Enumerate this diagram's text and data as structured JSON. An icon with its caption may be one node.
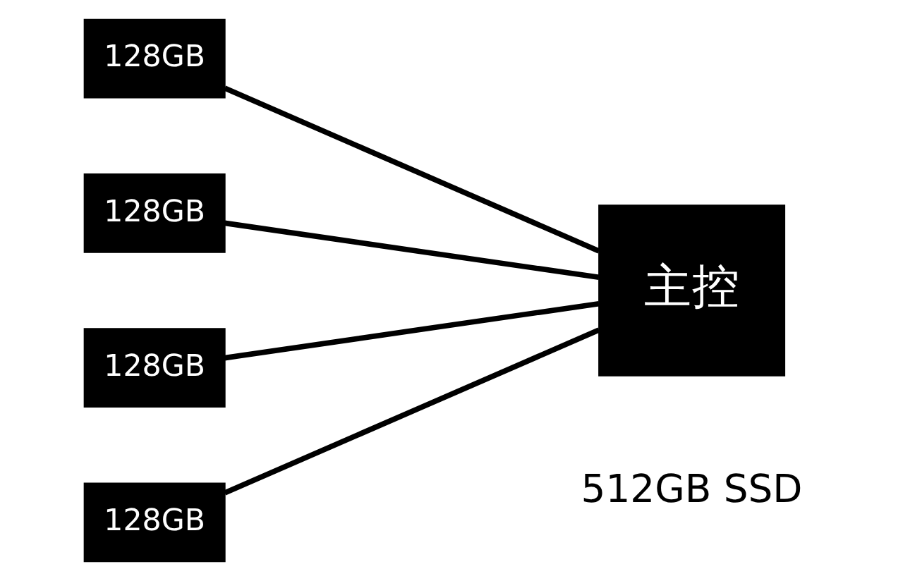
{
  "diagram": {
    "nodes": [
      {
        "text": [
          "128GB"
        ]
      },
      {
        "text": [
          "128GB"
        ]
      },
      {
        "text": [
          "128GB"
        ]
      },
      {
        "text": [
          "128GB"
        ]
      },
      {
        "text": [
          "主控"
        ]
      }
    ],
    "edges": [
      {
        "from": 0,
        "to": 4,
        "arrow": "none"
      },
      {
        "from": 1,
        "to": 4,
        "arrow": "none"
      },
      {
        "from": 2,
        "to": 4,
        "arrow": "none"
      },
      {
        "from": 3,
        "to": 4,
        "arrow": "none"
      }
    ],
    "labels": [
      "512GB SSD"
    ]
  }
}
